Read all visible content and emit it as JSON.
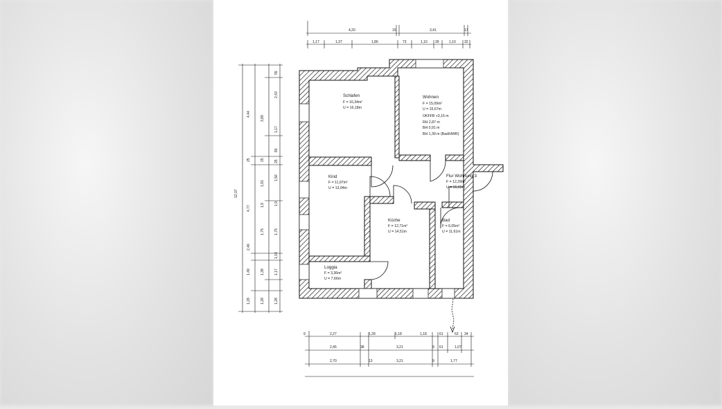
{
  "rooms": [
    {
      "name": "Schlafen",
      "area": "F = 16,34m²",
      "perimeter": "U = 16,18m"
    },
    {
      "name": "Wohnen",
      "area": "F = 15,09m²",
      "perimeter": "U = 15,67m",
      "extra": [
        "OKFFB +3,15 m",
        "RH    2,87 m",
        "BH    0,91 m",
        "BH    1,39 m (Bad/HWR)"
      ]
    },
    {
      "name": "Kind",
      "area": "F = 11,97m²",
      "perimeter": "U = 13,94m"
    },
    {
      "name": "Flur Wohnung 3",
      "area": "F = 12,29m²",
      "perimeter": "U = 16,69m"
    },
    {
      "name": "Küche",
      "area": "F = 12,71m²",
      "perimeter": "U = 14,51m"
    },
    {
      "name": "Bad",
      "area": "F = 6,05m²",
      "perimeter": "U = 11,61m"
    },
    {
      "name": "Loggia",
      "area": "F = 3,36m²",
      "perimeter": "U = 7,66m"
    }
  ],
  "dimensions": {
    "top_overall": [
      "4,20",
      "15",
      "3,41",
      "17"
    ],
    "top_detail": [
      "1,17",
      "1,37",
      "1,86",
      "73",
      "1,10",
      "39",
      "1,10",
      "32"
    ],
    "left_overall": [
      "12,07"
    ],
    "left_a": [
      "4,44",
      "25",
      "4,77",
      "2,46",
      "1,49",
      "1,28"
    ],
    "left_b": [
      "3,89",
      "25",
      "1,91",
      "1,9",
      "1,75",
      "1,38",
      "1,28"
    ],
    "left_c": [
      "55",
      "2,43",
      "1,17",
      "80",
      "25",
      "1,56",
      "1,9",
      "1,75",
      "1,14",
      "1,17",
      "1,28"
    ],
    "bottom_row1": [
      "9",
      "2,27",
      "1,39",
      "1,18",
      "1,18",
      "61",
      "63",
      "34"
    ],
    "bottom_row2": [
      "2,45",
      "38",
      "3,21",
      "9",
      "61",
      "1,07"
    ],
    "bottom_row3": [
      "2,70",
      "13",
      "3,21",
      "9",
      "1,77"
    ]
  }
}
